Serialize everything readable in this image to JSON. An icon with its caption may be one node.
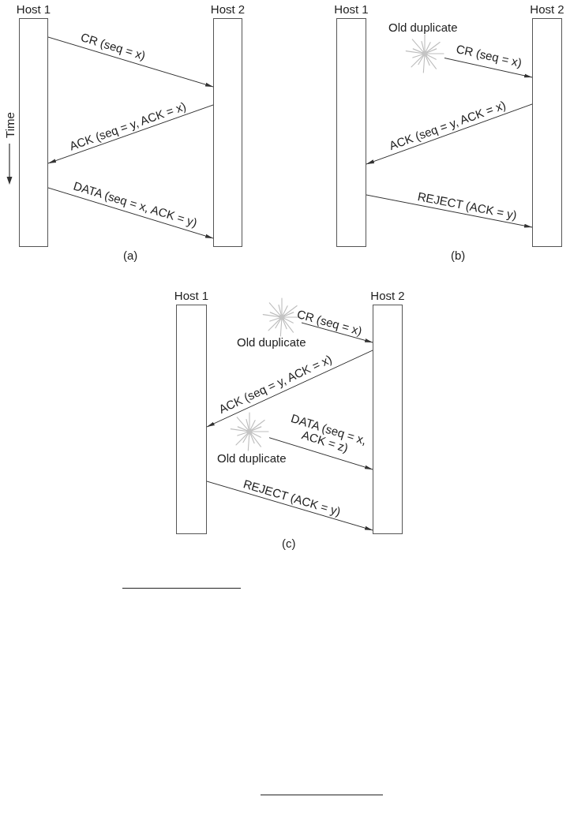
{
  "diagram": {
    "nodes": [
      {
        "text": [
          "Host 1"
        ]
      },
      {
        "text": [
          "Host 2"
        ]
      },
      {
        "text": [
          "Host 1"
        ]
      },
      {
        "text": [
          "Host 2"
        ]
      },
      {
        "text": [],
        "shape": "star",
        "beside": [
          "Old duplicate"
        ]
      },
      {
        "text": [
          "Host 1"
        ]
      },
      {
        "text": [
          "Host 2"
        ]
      },
      {
        "text": [],
        "shape": "star",
        "beside": [
          "Old duplicate"
        ]
      },
      {
        "text": [],
        "shape": "star",
        "beside": [
          "Old duplicate"
        ]
      }
    ],
    "edges": [
      {
        "from": 0,
        "to": 1,
        "arrow": "to",
        "label": "CR (seq = x)"
      },
      {
        "from": 1,
        "to": 0,
        "arrow": "to",
        "label": "ACK (seq = y, ACK = x)"
      },
      {
        "from": 0,
        "to": 1,
        "arrow": "to",
        "label": "DATA (seq = x, ACK = y)"
      },
      {
        "from": 4,
        "to": 3,
        "arrow": "to",
        "label": "CR (seq = x)"
      },
      {
        "from": 3,
        "to": 2,
        "arrow": "to",
        "label": "ACK (seq = y, ACK = x)"
      },
      {
        "from": 2,
        "to": 3,
        "arrow": "to",
        "label": "REJECT (ACK = y)"
      },
      {
        "from": 7,
        "to": 6,
        "arrow": "to",
        "label": "CR (seq = x)"
      },
      {
        "from": 6,
        "to": 5,
        "arrow": "to",
        "label": "ACK (seq = y, ACK = x)"
      },
      {
        "from": 8,
        "to": 6,
        "arrow": "to",
        "label": "DATA (seq = x, ACK = z)"
      },
      {
        "from": 5,
        "to": 6,
        "arrow": "to",
        "label": "REJECT (ACK = y)"
      }
    ],
    "labels": [
      "Time",
      "(a)",
      "(b)",
      "(c)"
    ]
  }
}
